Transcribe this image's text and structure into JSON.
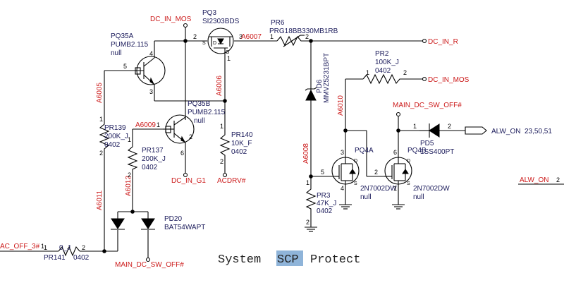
{
  "caption": {
    "before": "System",
    "highlight": "SCP",
    "after": "Protect"
  },
  "components": {
    "pq35a": {
      "ref": "PQ35A",
      "part": "PUMB2.115",
      "value": "null",
      "pins": [
        "5",
        "4",
        "3"
      ]
    },
    "pq35b": {
      "ref": "PQ35B",
      "part": "PUMB2.115",
      "value": "null",
      "pins": [
        "2",
        "1",
        "6"
      ]
    },
    "pq3": {
      "ref": "PQ3",
      "part": "SI2303BDS",
      "pins": [
        "2",
        "3",
        "1"
      ],
      "labels": [
        "D",
        "S",
        "G"
      ]
    },
    "pr6": {
      "ref": "PR6",
      "part": "PRG18BB330MB1RB",
      "pins": [
        "1",
        "2"
      ]
    },
    "pd6": {
      "ref": "PD6",
      "part": "MMVZ5231BPT"
    },
    "pr2": {
      "ref": "PR2",
      "value": "100K_J",
      "size": "0402",
      "pins": [
        "1",
        "2"
      ]
    },
    "pr139": {
      "ref": "PR139",
      "value": "200K_J",
      "size": "0402",
      "pins": [
        "1",
        "2"
      ]
    },
    "pr137": {
      "ref": "PR137",
      "value": "200K_J",
      "size": "0402",
      "pins": [
        "1",
        "2"
      ]
    },
    "pr140": {
      "ref": "PR140",
      "value": "10K_F",
      "size": "0402",
      "pins": [
        "1",
        "2"
      ]
    },
    "pr3": {
      "ref": "PR3",
      "value": "47K_J",
      "size": "0402",
      "pins": [
        "1",
        "2"
      ]
    },
    "pr141": {
      "ref": "PR141",
      "value": "0_J",
      "size": "0402",
      "pins": [
        "1",
        "2"
      ]
    },
    "pq4a": {
      "ref": "PQ4A",
      "part": "2N7002DW",
      "value": "null",
      "pins": [
        "3",
        "5",
        "4"
      ]
    },
    "pq4b": {
      "ref": "PQ4B",
      "part": "2N7002DW",
      "value": "null",
      "pins": [
        "6",
        "2",
        "1"
      ]
    },
    "pd5": {
      "ref": "PD5",
      "part": "1SS400PT",
      "pins": [
        "1",
        "2"
      ]
    },
    "pd20": {
      "ref": "PD20",
      "part": "BAT54WAPT"
    }
  },
  "nets": {
    "dc_in_mos": "DC_IN_MOS",
    "dc_in_r": "DC_IN_R",
    "dc_in_mos_right": "DC_IN_MOS",
    "main_dc_sw_off_top": "MAIN_DC_SW_OFF#",
    "main_dc_sw_off_bottom": "MAIN_DC_SW_OFF#",
    "dc_in_g1": "DC_IN_G1",
    "acdrv": "ACDRV#",
    "alw_on": "ALW_ON",
    "alw_on_refs": "23,50,51",
    "alw_on_edge": "ALW_ON",
    "alw_on_edge_pin": "2",
    "ac_off": "AC_OFF_3#",
    "ac_off_pin": "1"
  },
  "wire_labels": {
    "a6007": "A6007",
    "a6006": "A6006",
    "a6005": "A6005",
    "a6009": "A6009",
    "a6012": "A6012",
    "a6011": "A6011",
    "a6010": "A6010",
    "a6008": "A6008"
  },
  "mos_pin_letters": {
    "d": "D",
    "s": "S"
  }
}
